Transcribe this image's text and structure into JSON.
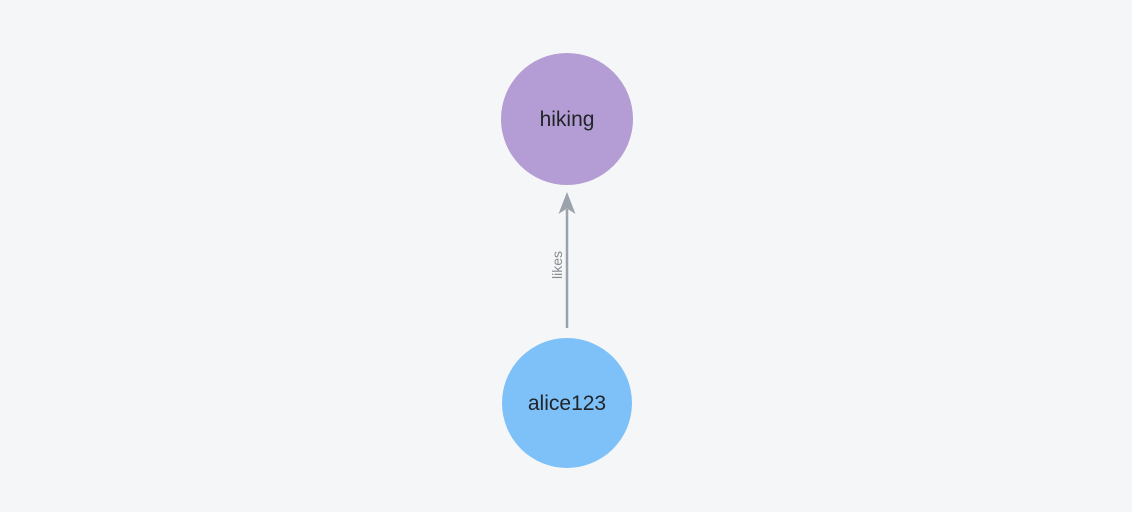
{
  "canvas": {
    "background_color": "#f5f6f7"
  },
  "graph": {
    "nodes": [
      {
        "id": "hiking",
        "label": "hiking",
        "color": "#b49cd5",
        "label_color": "#212529"
      },
      {
        "id": "alice123",
        "label": "alice123",
        "color": "#7dc1f8",
        "label_color": "#212529"
      }
    ],
    "edges": [
      {
        "from": "alice123",
        "to": "hiking",
        "label": "likes",
        "direction": "up",
        "line_color": "#9ca2ac",
        "label_color": "#878b92"
      }
    ]
  }
}
